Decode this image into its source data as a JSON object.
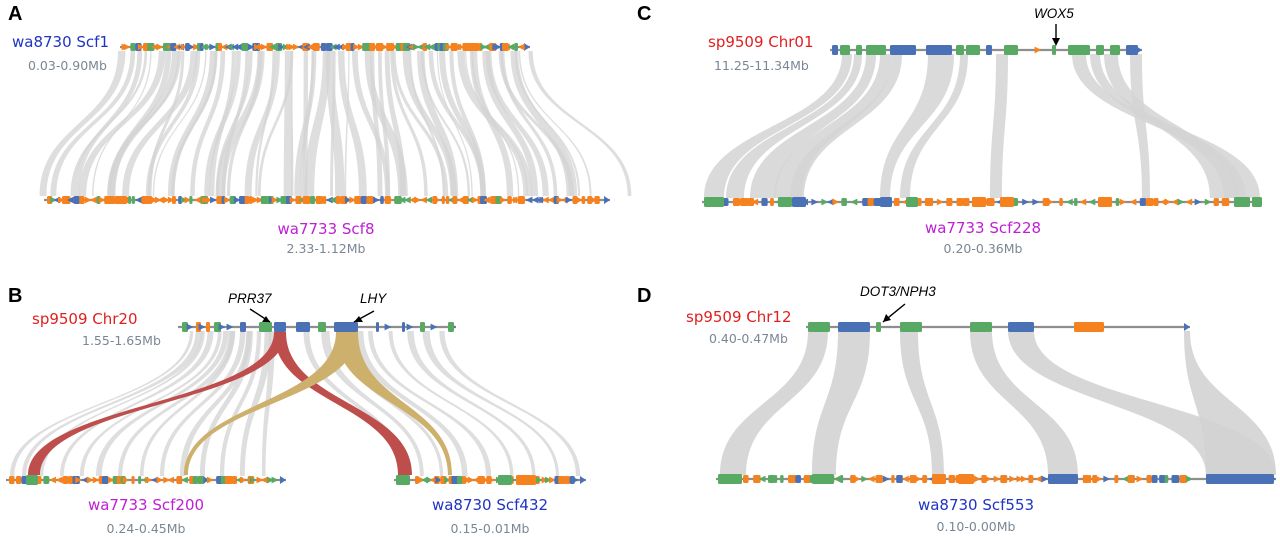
{
  "colors": {
    "ribbon": "#d3d3d3",
    "backbone": "#8e8e8e",
    "gene_orange": "#f5821f",
    "gene_green": "#58a964",
    "gene_blue": "#4a70b5",
    "highlight_red": "#bd4e4c",
    "highlight_tan": "#cdb06c",
    "label_red": "#e0201e",
    "label_blue": "#1f34c4",
    "label_magenta": "#bd1fd4"
  },
  "panels": {
    "A": {
      "letter": "A",
      "top": {
        "name": "wa8730 Scf1",
        "range": "0.03-0.90Mb",
        "name_color": "label_blue"
      },
      "bottom": {
        "name": "wa7733 Scf8",
        "range": "2.33-1.12Mb",
        "name_color": "label_magenta"
      }
    },
    "B": {
      "letter": "B",
      "top": {
        "name": "sp9509 Chr20",
        "range": "1.55-1.65Mb",
        "name_color": "label_red"
      },
      "bottom_left": {
        "name": "wa7733 Scf200",
        "range": "0.24-0.45Mb",
        "name_color": "label_magenta"
      },
      "bottom_right": {
        "name": "wa8730 Scf432",
        "range": "0.15-0.01Mb",
        "name_color": "label_blue"
      },
      "genes": [
        "PRR37",
        "LHY"
      ]
    },
    "C": {
      "letter": "C",
      "top": {
        "name": "sp9509 Chr01",
        "range": "11.25-11.34Mb",
        "name_color": "label_red"
      },
      "bottom": {
        "name": "wa7733 Scf228",
        "range": "0.20-0.36Mb",
        "name_color": "label_magenta"
      },
      "genes": [
        "WOX5"
      ]
    },
    "D": {
      "letter": "D",
      "top": {
        "name": "sp9509 Chr12",
        "range": "0.40-0.47Mb",
        "name_color": "label_red"
      },
      "bottom": {
        "name": "wa8730 Scf553",
        "range": "0.10-0.00Mb",
        "name_color": "label_blue"
      },
      "genes": [
        "DOT3/NPH3"
      ]
    }
  }
}
